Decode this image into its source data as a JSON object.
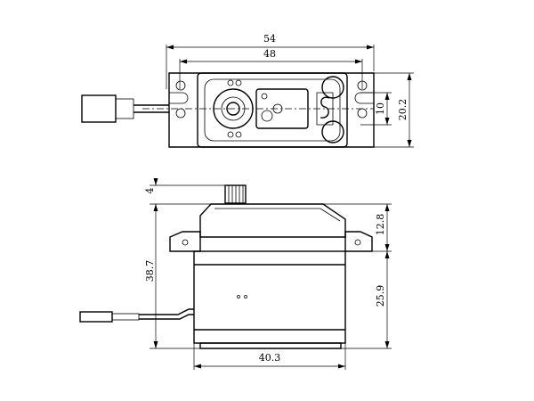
{
  "drawing": {
    "top_view": {
      "dim_overall_width": "54",
      "dim_mount_hole_spacing": "48",
      "dim_slot_width": "10",
      "dim_overall_depth": "20.2"
    },
    "side_view": {
      "dim_output_shaft_height": "4",
      "dim_upper_height": "12.8",
      "dim_total_height": "38.7",
      "dim_lower_height": "25.9",
      "dim_case_width": "40.3"
    }
  }
}
